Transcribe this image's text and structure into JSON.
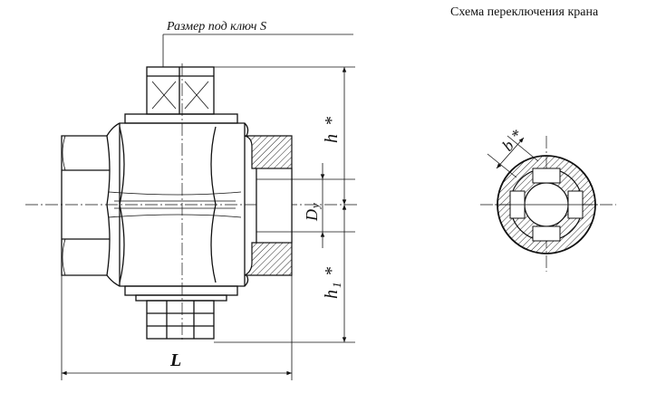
{
  "caption": "Схема переключения крана",
  "labels": {
    "wrench_size": "Размер под ключ S",
    "h_star": "h",
    "h1_star": "h",
    "h1_sub": "1",
    "star": "*",
    "dy": "D",
    "dy_sub": "y",
    "length": "L",
    "b_star": "b"
  }
}
